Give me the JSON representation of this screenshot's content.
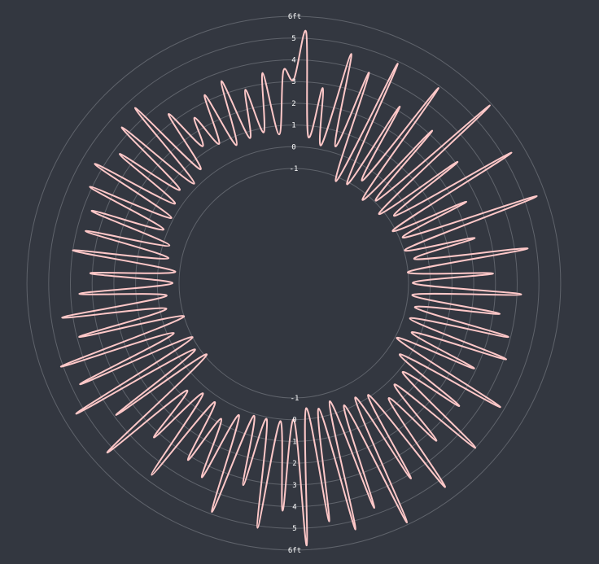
{
  "chart_data": {
    "type": "line",
    "subtype": "radial",
    "title": "",
    "unit_label": "6ft",
    "r_range": [
      -1,
      6
    ],
    "grid": true,
    "line_color": "#ffc8c8",
    "background": "#333740",
    "grid_color": "#5f636b",
    "ticks_top": [
      "6ft",
      "5",
      "4",
      "3",
      "2",
      "1",
      "0",
      "-1"
    ],
    "ticks_bottom": [
      "-1",
      "0",
      "1",
      "2",
      "3",
      "4",
      "5",
      "6ft"
    ],
    "series": [
      {
        "values": [
          3.1,
          5.3,
          0.5,
          2.8,
          0.2,
          4.6,
          0.3,
          4.0,
          -1.2,
          4.9,
          -1.1,
          3.2,
          -0.6,
          4.9,
          -1.3,
          3.2,
          -0.9,
          5.9,
          -1.2,
          3.1,
          -0.7,
          5.4,
          -1.1,
          2.5,
          -0.8,
          5.6,
          -0.9,
          2.3,
          -0.6,
          4.6,
          -1.0,
          2.9,
          -0.8,
          4.2,
          -0.8,
          3.3,
          -0.6,
          3.9,
          -0.7,
          4.1,
          -0.4,
          2.9,
          -0.9,
          4.8,
          -0.4,
          3.2,
          0.2,
          5.0,
          0.3,
          3.5,
          0.6,
          5.4,
          -0.1,
          4.2,
          -0.3,
          5.9,
          -0.2,
          4.7,
          -0.6,
          5.4,
          -0.4,
          4.8,
          -0.5,
          5.8,
          0.0,
          4.2,
          0.1,
          5.1,
          0.1,
          3.3,
          0.1,
          4.9,
          0.3,
          3.6,
          0.8,
          3.2,
          0.3,
          4.7,
          0.3,
          3.3,
          0.7,
          5.3,
          -1.1,
          3.9,
          -0.8,
          5.4,
          -1.0,
          4.6,
          -0.3,
          5.1,
          -1.0,
          3.9,
          -0.3,
          4.5,
          -0.4,
          3.6,
          -0.7,
          3.1,
          -0.8,
          4.0,
          -0.4,
          3.6,
          -0.3,
          3.6,
          0.2,
          4.1,
          0.1,
          4.4,
          0.3,
          3.7,
          0.5,
          4.4,
          0.2,
          4.6,
          0.5,
          3.4,
          1.3,
          2.6,
          1.0,
          3.3,
          0.6,
          3.6,
          0.7,
          2.9,
          0.8,
          3.5,
          0.6,
          3.5
        ]
      }
    ]
  }
}
